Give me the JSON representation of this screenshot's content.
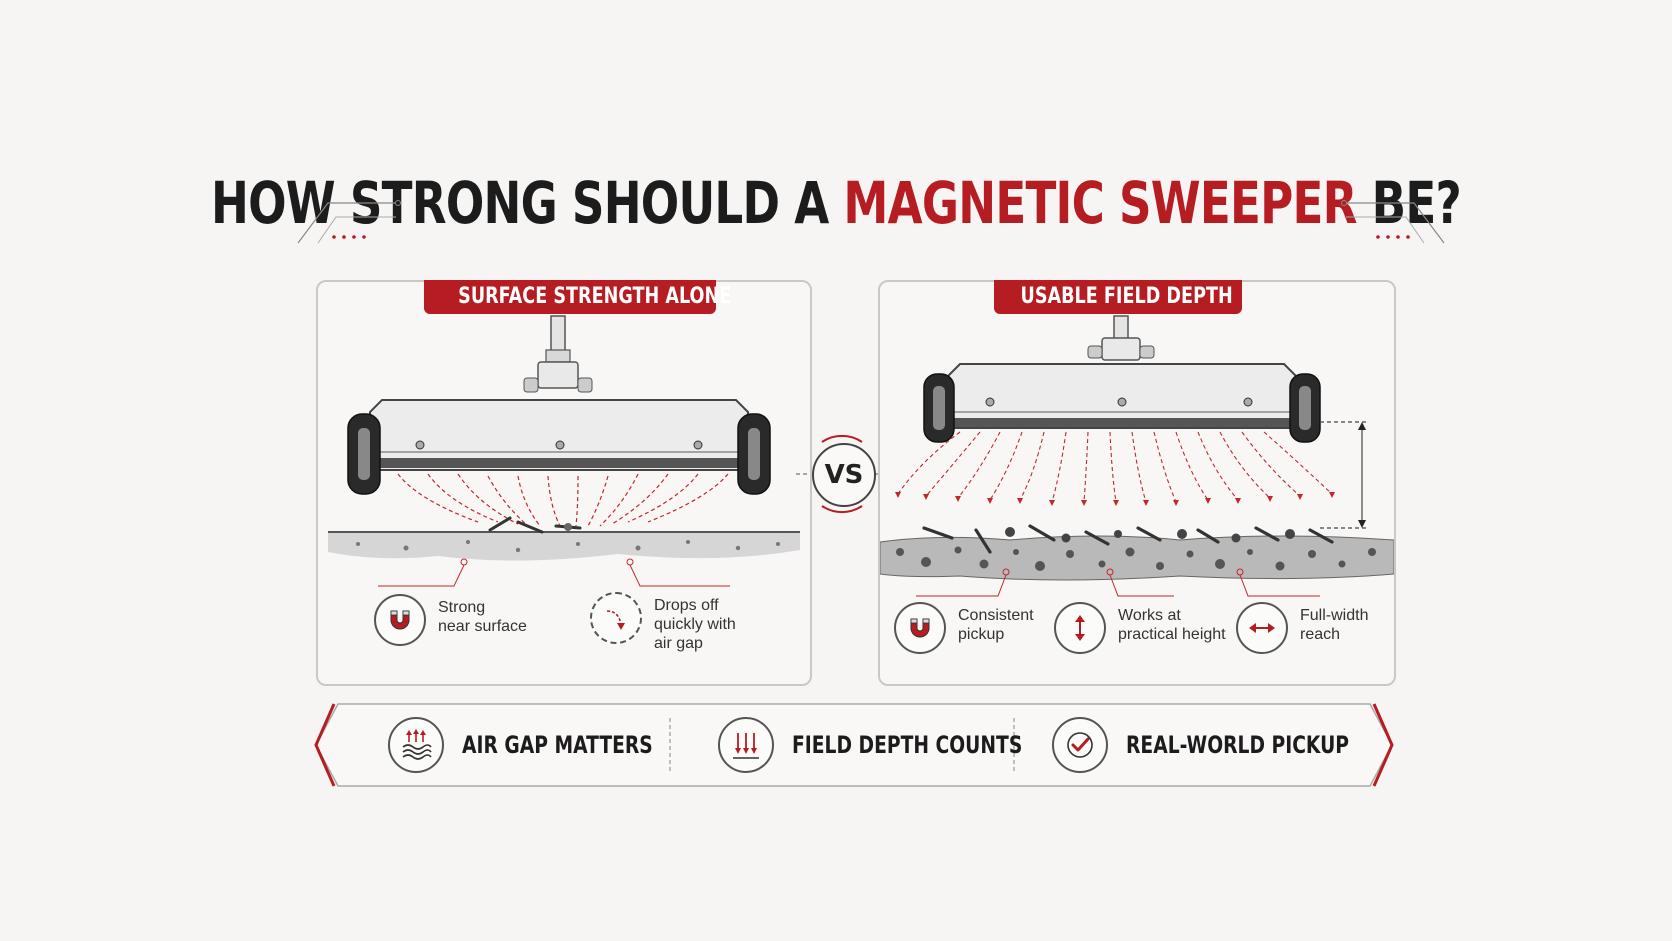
{
  "title": {
    "part1": "HOW STRONG SHOULD A ",
    "part2": "MAGNETIC SWEEPER",
    "part3": " BE?"
  },
  "colors": {
    "accent": "#b61d22",
    "ink": "#1c1c1c",
    "background": "#f6f5f3"
  },
  "left_panel": {
    "tab": "SURFACE STRENGTH ALONE",
    "features": [
      {
        "icon": "magnet-icon",
        "text": [
          "Strong",
          "near surface"
        ]
      },
      {
        "icon": "dropoff-arrow-icon",
        "text": [
          "Drops off",
          "quickly with",
          "air gap"
        ]
      }
    ]
  },
  "vs": "VS",
  "right_panel": {
    "tab": "USABLE FIELD DEPTH",
    "features": [
      {
        "icon": "magnet-icon",
        "text": [
          "Consistent",
          "pickup"
        ]
      },
      {
        "icon": "vertical-arrows-icon",
        "text": [
          "Works at",
          "practical height"
        ]
      },
      {
        "icon": "horizontal-arrows-icon",
        "text": [
          "Full-width",
          "reach"
        ]
      }
    ]
  },
  "banner": [
    {
      "icon": "air-gap-icon",
      "label": "AIR GAP MATTERS"
    },
    {
      "icon": "field-depth-icon",
      "label": "FIELD DEPTH COUNTS"
    },
    {
      "icon": "checkmark-icon",
      "label": "REAL-WORLD PICKUP"
    }
  ]
}
